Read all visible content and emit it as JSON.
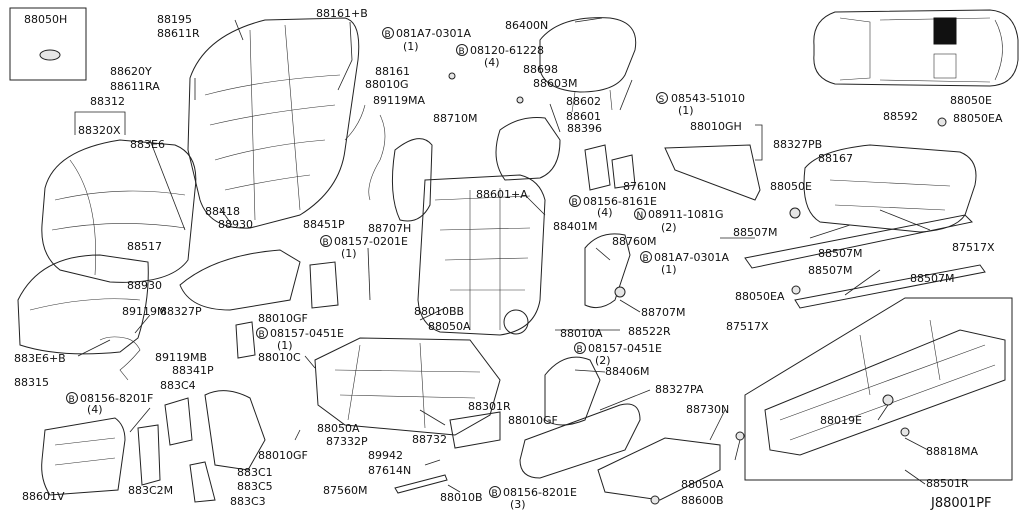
{
  "diagram": {
    "code": "J88001PF",
    "labels": [
      {
        "id": "88050H",
        "text": "88050H"
      },
      {
        "id": "88195",
        "text": "88195"
      },
      {
        "id": "88611R",
        "text": "88611R"
      },
      {
        "id": "88161B",
        "text": "88161+B"
      },
      {
        "id": "b081a7a",
        "text": "081A7-0301A"
      },
      {
        "id": "b081a7a_q",
        "text": "(1)"
      },
      {
        "id": "86400N",
        "text": "86400N"
      },
      {
        "id": "b08120",
        "text": "08120-61228"
      },
      {
        "id": "b08120_q",
        "text": "(4)"
      },
      {
        "id": "88620Y",
        "text": "88620Y"
      },
      {
        "id": "88611RA",
        "text": "88611RA"
      },
      {
        "id": "88161",
        "text": "88161"
      },
      {
        "id": "88010G",
        "text": "88010G"
      },
      {
        "id": "88698",
        "text": "88698"
      },
      {
        "id": "88603M",
        "text": "88603M"
      },
      {
        "id": "88312",
        "text": "88312"
      },
      {
        "id": "89119MA",
        "text": "89119MA"
      },
      {
        "id": "88602",
        "text": "88602"
      },
      {
        "id": "s08543",
        "text": "08543-51010"
      },
      {
        "id": "s08543_q",
        "text": "(1)"
      },
      {
        "id": "88050E_top",
        "text": "88050E"
      },
      {
        "id": "88320X",
        "text": "88320X"
      },
      {
        "id": "88710M",
        "text": "88710M"
      },
      {
        "id": "88601",
        "text": "88601"
      },
      {
        "id": "88592",
        "text": "88592"
      },
      {
        "id": "88050EA_top",
        "text": "88050EA"
      },
      {
        "id": "883E6",
        "text": "883E6"
      },
      {
        "id": "88396",
        "text": "88396"
      },
      {
        "id": "88010GH",
        "text": "88010GH"
      },
      {
        "id": "88327PB",
        "text": "88327PB"
      },
      {
        "id": "88167",
        "text": "88167"
      },
      {
        "id": "88601A",
        "text": "88601+A"
      },
      {
        "id": "87610N",
        "text": "87610N"
      },
      {
        "id": "88050E_mid",
        "text": "88050E"
      },
      {
        "id": "b08156_816",
        "text": "08156-8161E"
      },
      {
        "id": "b08156_816_q",
        "text": "(4)"
      },
      {
        "id": "88418",
        "text": "88418"
      },
      {
        "id": "88930a",
        "text": "88930"
      },
      {
        "id": "88451P",
        "text": "88451P"
      },
      {
        "id": "88707H",
        "text": "88707H"
      },
      {
        "id": "n08911",
        "text": "08911-1081G"
      },
      {
        "id": "n08911_q",
        "text": "(2)"
      },
      {
        "id": "88401M",
        "text": "88401M"
      },
      {
        "id": "b08157_0201",
        "text": "08157-0201E"
      },
      {
        "id": "b08157_0201_q",
        "text": "(1)"
      },
      {
        "id": "88760M",
        "text": "88760M"
      },
      {
        "id": "88507M_a",
        "text": "88507M"
      },
      {
        "id": "88507M_b",
        "text": "88507M"
      },
      {
        "id": "87517X_r",
        "text": "87517X"
      },
      {
        "id": "88517",
        "text": "88517"
      },
      {
        "id": "b081a7b",
        "text": "081A7-0301A"
      },
      {
        "id": "b081a7b_q",
        "text": "(1)"
      },
      {
        "id": "88507M_c",
        "text": "88507M"
      },
      {
        "id": "88930b",
        "text": "88930"
      },
      {
        "id": "88507M_d",
        "text": "88507M"
      },
      {
        "id": "88050EA_mid",
        "text": "88050EA"
      },
      {
        "id": "88707M",
        "text": "88707M"
      },
      {
        "id": "89119M",
        "text": "89119M"
      },
      {
        "id": "88327P",
        "text": "88327P"
      },
      {
        "id": "88010BB",
        "text": "88010BB"
      },
      {
        "id": "88010GF_a",
        "text": "88010GF"
      },
      {
        "id": "87517X_m",
        "text": "87517X"
      },
      {
        "id": "b08157_0451a",
        "text": "08157-0451E"
      },
      {
        "id": "b08157_0451a_q",
        "text": "(1)"
      },
      {
        "id": "88050A_a",
        "text": "88050A"
      },
      {
        "id": "88010A",
        "text": "88010A"
      },
      {
        "id": "88522R",
        "text": "88522R"
      },
      {
        "id": "883E6B",
        "text": "883E6+B"
      },
      {
        "id": "89119MB",
        "text": "89119MB"
      },
      {
        "id": "88010C",
        "text": "88010C"
      },
      {
        "id": "b08157_0451b",
        "text": "08157-0451E"
      },
      {
        "id": "b08157_0451b_q",
        "text": "(2)"
      },
      {
        "id": "88341P",
        "text": "88341P"
      },
      {
        "id": "88406M",
        "text": "88406M"
      },
      {
        "id": "88315",
        "text": "88315"
      },
      {
        "id": "883C4",
        "text": "883C4"
      },
      {
        "id": "88327PA",
        "text": "88327PA"
      },
      {
        "id": "b08156_8201a",
        "text": "08156-8201F"
      },
      {
        "id": "b08156_8201a_q",
        "text": "(4)"
      },
      {
        "id": "88301R",
        "text": "88301R"
      },
      {
        "id": "88010GF_b",
        "text": "88010GF"
      },
      {
        "id": "88730N",
        "text": "88730N"
      },
      {
        "id": "88019E",
        "text": "88019E"
      },
      {
        "id": "88050A_b",
        "text": "88050A"
      },
      {
        "id": "87332P",
        "text": "87332P"
      },
      {
        "id": "88732",
        "text": "88732"
      },
      {
        "id": "88818MA",
        "text": "88818MA"
      },
      {
        "id": "88010GF_c",
        "text": "88010GF"
      },
      {
        "id": "89942",
        "text": "89942"
      },
      {
        "id": "87614N",
        "text": "87614N"
      },
      {
        "id": "883C1",
        "text": "883C1"
      },
      {
        "id": "883C5",
        "text": "883C5"
      },
      {
        "id": "88050A_c",
        "text": "88050A"
      },
      {
        "id": "88501R",
        "text": "88501R"
      },
      {
        "id": "88601V",
        "text": "88601V"
      },
      {
        "id": "883C2M",
        "text": "883C2M"
      },
      {
        "id": "883C3",
        "text": "883C3"
      },
      {
        "id": "87560M",
        "text": "87560M"
      },
      {
        "id": "88010B",
        "text": "88010B"
      },
      {
        "id": "b08156_8201b",
        "text": "08156-8201E"
      },
      {
        "id": "b08156_8201b_q",
        "text": "(3)"
      },
      {
        "id": "88600B",
        "text": "88600B"
      }
    ],
    "markers": [
      {
        "id": "m1",
        "letter": "B"
      },
      {
        "id": "m2",
        "letter": "B"
      },
      {
        "id": "m3",
        "letter": "S"
      },
      {
        "id": "m4",
        "letter": "B"
      },
      {
        "id": "m5",
        "letter": "N"
      },
      {
        "id": "m6",
        "letter": "B"
      },
      {
        "id": "m7",
        "letter": "B"
      },
      {
        "id": "m8",
        "letter": "B"
      },
      {
        "id": "m9",
        "letter": "B"
      },
      {
        "id": "m10",
        "letter": "B"
      },
      {
        "id": "m11",
        "letter": "B"
      }
    ]
  }
}
